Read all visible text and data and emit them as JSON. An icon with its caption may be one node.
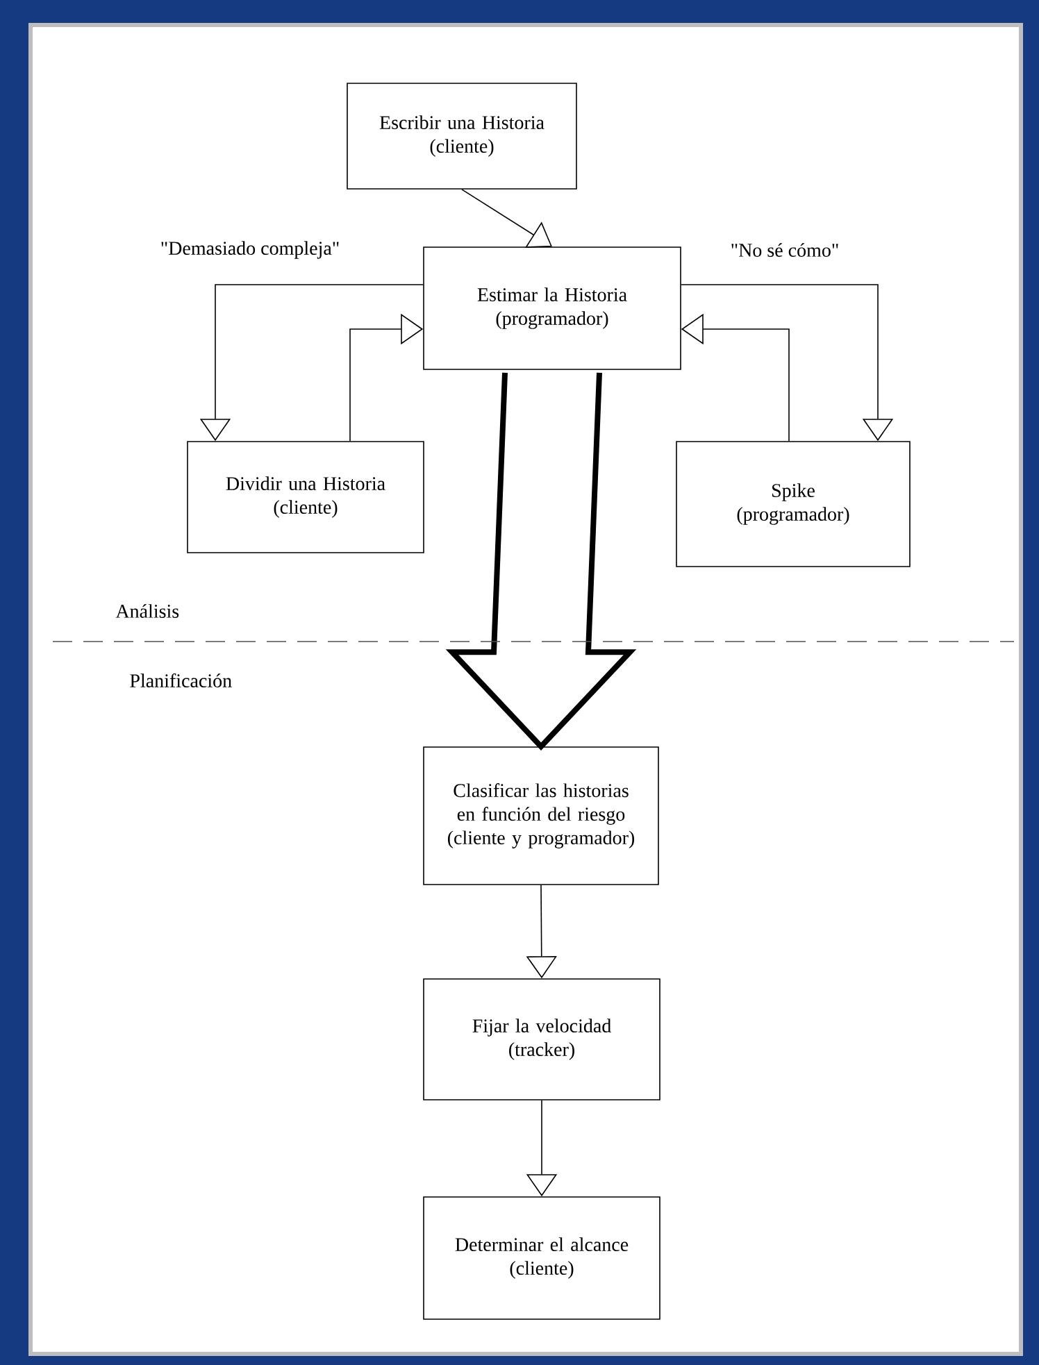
{
  "diagram": {
    "nodes": [
      {
        "text": [
          "Escribir una Historia",
          "(cliente)"
        ]
      },
      {
        "text": [
          "Estimar la  Historia",
          "(programador)"
        ]
      },
      {
        "text": [
          "Dividir una Historia",
          "(cliente)"
        ]
      },
      {
        "text": [
          "Spike",
          "(programador)"
        ]
      },
      {
        "text": [
          "Clasificar las historias en función del riesgo",
          "(cliente y programador)"
        ]
      },
      {
        "text": [
          "Fijar la velocidad",
          "(tracker)"
        ]
      },
      {
        "text": [
          "Determinar el alcance",
          "(cliente)"
        ]
      }
    ],
    "edges": [
      {
        "from": 0,
        "to": 1,
        "arrow": "to"
      },
      {
        "from": 1,
        "to": 2,
        "arrow": "to",
        "label": "\"Demasiado compleja\""
      },
      {
        "from": 2,
        "to": 1,
        "arrow": "to"
      },
      {
        "from": 1,
        "to": 3,
        "arrow": "to",
        "label": "\"No sé cómo\""
      },
      {
        "from": 3,
        "to": 1,
        "arrow": "to"
      },
      {
        "from": 1,
        "to": 4,
        "arrow": "to",
        "style": "thick"
      },
      {
        "from": 4,
        "to": 5,
        "arrow": "to"
      },
      {
        "from": 5,
        "to": 6,
        "arrow": "to"
      }
    ],
    "labels": [
      "Análisis",
      "Planificación"
    ]
  }
}
